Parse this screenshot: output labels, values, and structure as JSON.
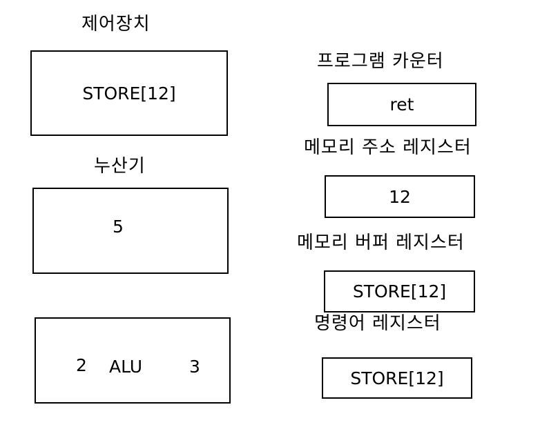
{
  "left": {
    "control_unit": {
      "label": "제어장치",
      "value": "STORE[12]"
    },
    "accumulator": {
      "label": "누산기",
      "value": "5"
    },
    "alu": {
      "left_operand": "2",
      "label": "ALU",
      "right_operand": "3"
    }
  },
  "right": {
    "program_counter": {
      "label": "프로그램 카운터",
      "value": "ret"
    },
    "memory_address_register": {
      "label": "메모리 주소 레지스터",
      "value": "12"
    },
    "memory_buffer_register": {
      "label": "메모리 버퍼 레지스터",
      "value": "STORE[12]"
    },
    "instruction_register": {
      "label": "명령어 레지스터",
      "value": "STORE[12]"
    }
  }
}
